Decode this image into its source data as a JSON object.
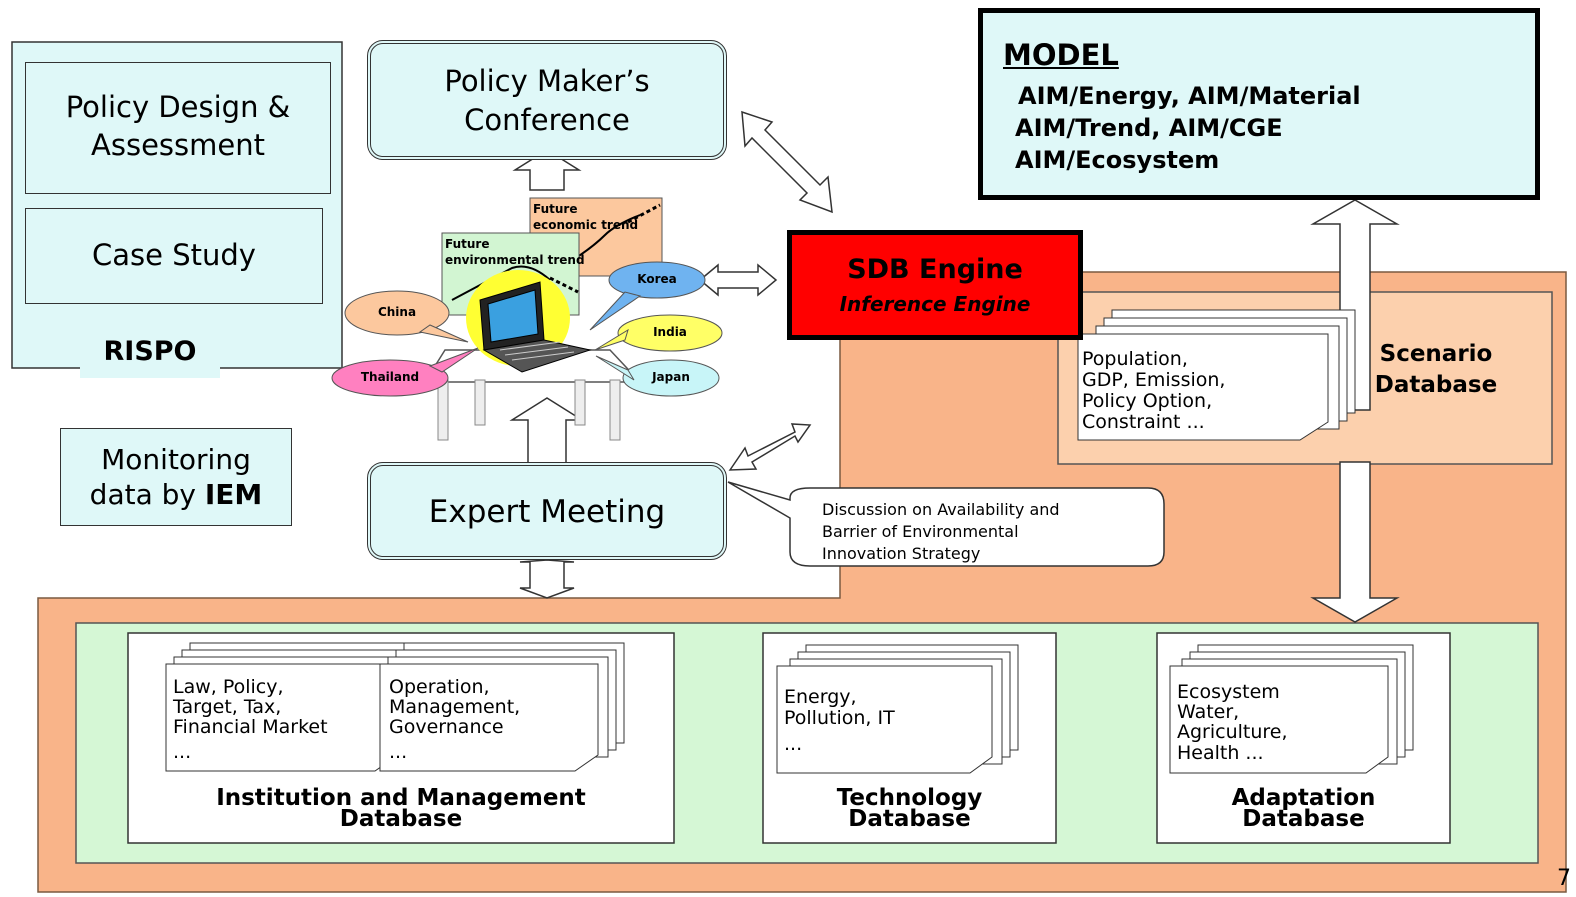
{
  "rispo": {
    "policy_design_line1": "Policy Design &",
    "policy_design_line2": "Assessment",
    "case_study": "Case Study",
    "label": "RISPO"
  },
  "monitoring": {
    "line1": "Monitoring",
    "line2_prefix": "data by ",
    "line2_bold": "IEM"
  },
  "conference": {
    "line1": "Policy Maker’s",
    "line2": "Conference"
  },
  "expert_meeting": {
    "label": "Expert Meeting",
    "callout_line1": "Discussion on Availability and",
    "callout_line2": "Barrier of Environmental",
    "callout_line3": "Innovation Strategy"
  },
  "charts": {
    "economic_line1": "Future",
    "economic_line2": "economic trend",
    "environmental_line1": "Future",
    "environmental_line2": "environmental trend"
  },
  "countries": [
    "China",
    "Korea",
    "India",
    "Thailand",
    "Japan"
  ],
  "model": {
    "title": "MODEL",
    "line1": "AIM/Energy,  AIM/Material",
    "line2": "AIM/Trend,  AIM/CGE",
    "line3": "AIM/Ecosystem"
  },
  "sdb": {
    "title": "SDB Engine",
    "subtitle": "Inference Engine"
  },
  "scenario": {
    "items": [
      "Population,",
      "GDP, Emission,",
      "Policy Option,",
      "Constraint ..."
    ],
    "label_line1": "Scenario",
    "label_line2": "Database"
  },
  "institution": {
    "left_items": [
      "Law, Policy,",
      "Target, Tax,",
      "Financial Market",
      "..."
    ],
    "right_items": [
      "Operation,",
      "Management,",
      "Governance",
      "..."
    ],
    "label_line1": "Institution and Management",
    "label_line2": "Database"
  },
  "technology": {
    "items": [
      "Energy,",
      "Pollution, IT",
      "..."
    ],
    "label_line1": "Technology",
    "label_line2": "Database"
  },
  "adaptation": {
    "items": [
      "Ecosystem",
      "Water,",
      "Agriculture,",
      "Health ..."
    ],
    "label_line1": "Adaptation",
    "label_line2": "Database"
  },
  "page_number": "7",
  "colors": {
    "light_cyan": "#dff8f8",
    "orange": "#f9b489",
    "green": "#d5f7d5",
    "red": "#ff0000",
    "salmon_chart": "#fcc89e",
    "green_chart": "#d2f5d2"
  }
}
